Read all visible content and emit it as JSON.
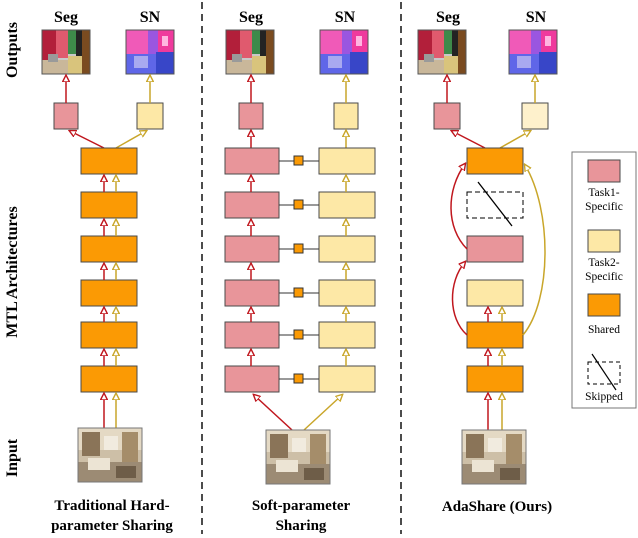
{
  "row_labels": {
    "outputs": "Outputs",
    "architectures": "MTL Architectures",
    "input": "Input"
  },
  "output_labels": {
    "seg": "Seg",
    "sn": "SN"
  },
  "captions": {
    "hard": [
      "Traditional Hard-",
      "parameter Sharing"
    ],
    "soft": [
      "Soft-parameter",
      "Sharing"
    ],
    "ada": [
      "AdaShare (Ours)"
    ]
  },
  "legend": {
    "task1": [
      "Task1-",
      "Specific"
    ],
    "task2": [
      "Task2-",
      "Specific"
    ],
    "shared": "Shared",
    "skipped": "Skipped"
  },
  "colors": {
    "task1": "#e8959a",
    "task2": "#fde8a6",
    "shared": "#fb9a04",
    "arrow_task1": "#c0171e",
    "arrow_task2": "#c9a62a",
    "border": "#4a4a4a"
  },
  "icons": {
    "seg_output": "segmentation-image",
    "sn_output": "surface-normal-image",
    "input": "indoor-scene-photo"
  }
}
